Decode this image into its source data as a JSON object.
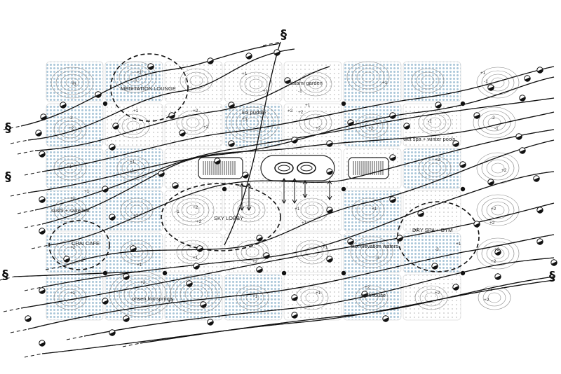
{
  "labels": {
    "meditation_lounge": "MEDITATION LOUNGE",
    "tatami_garden": "tatami garden",
    "koi_puddle": "koi puddle",
    "wet_spa": "wet spa + winter pools",
    "sushi_bar": "sushi + sake bar",
    "sky_lobby": "SKY LOBBY",
    "chai_cafe": "CHAI CAFE",
    "dry_spa": "DRY SPA + GYM",
    "elevation_waters": "flux elevation waters",
    "onsen": "onsen hot springs",
    "bathhouse": "bathhouse"
  },
  "markers": {
    "flow_end_symbol": "§"
  },
  "contour_values": [
    "+1",
    "+2",
    "+3",
    "-1",
    "-2",
    "-3"
  ],
  "colors": {
    "tile_blue": "#8db3cc",
    "tile_gray": "#bdbdbd",
    "ink": "#111111"
  }
}
